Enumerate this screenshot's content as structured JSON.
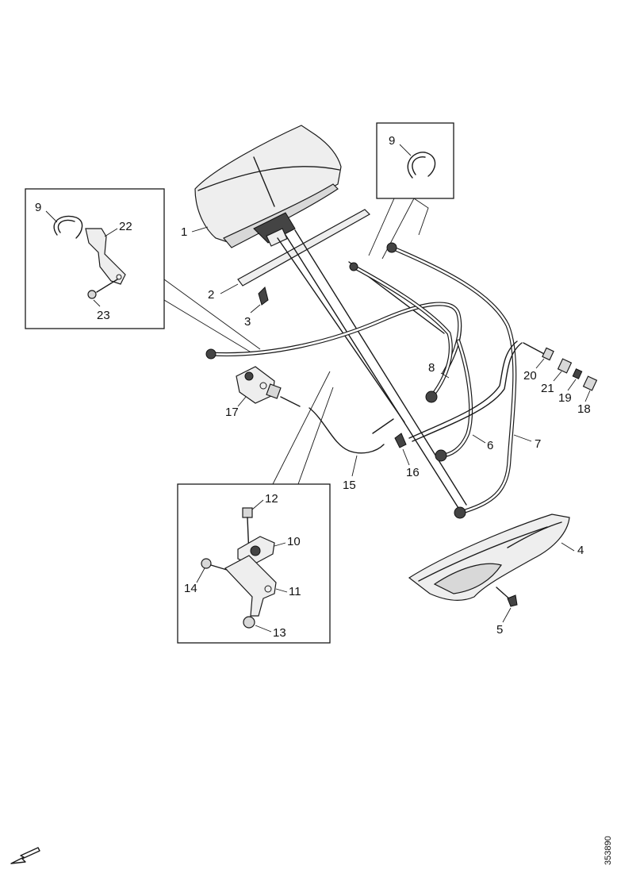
{
  "diagram": {
    "callouts": {
      "c1": "1",
      "c2": "2",
      "c3": "3",
      "c4": "4",
      "c5": "5",
      "c6": "6",
      "c7": "7",
      "c8": "8",
      "c9a": "9",
      "c9b": "9",
      "c10": "10",
      "c11": "11",
      "c12": "12",
      "c13": "13",
      "c14": "14",
      "c15": "15",
      "c16": "16",
      "c17": "17",
      "c18": "18",
      "c19": "19",
      "c20": "20",
      "c21": "21",
      "c22": "22",
      "c23": "23"
    },
    "figure_id": "353890"
  }
}
